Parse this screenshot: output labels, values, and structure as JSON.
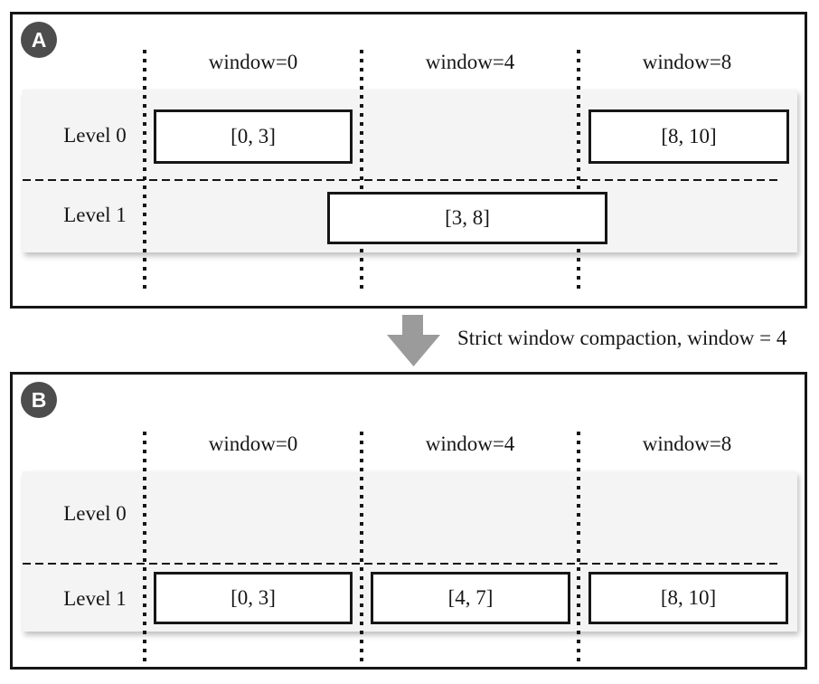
{
  "colors": {
    "badge_bg": "#4d4d4d",
    "badge_text": "#ffffff",
    "band_bg": "#f4f4f4",
    "line_black": "#161616",
    "arrow_gray": "#9b9b9b"
  },
  "transition": {
    "caption": "Strict window compaction, window = 4"
  },
  "panel_a": {
    "badge": "A",
    "column_labels": [
      "window=0",
      "window=4",
      "window=8"
    ],
    "row_labels": [
      "Level 0",
      "Level 1"
    ],
    "boxes": {
      "level0_window0": "[0, 3]",
      "level0_window8": "[8, 10]",
      "level1_span": "[3, 8]"
    }
  },
  "panel_b": {
    "badge": "B",
    "column_labels": [
      "window=0",
      "window=4",
      "window=8"
    ],
    "row_labels": [
      "Level 0",
      "Level 1"
    ],
    "boxes": {
      "level1_window0": "[0, 3]",
      "level1_window4": "[4, 7]",
      "level1_window8": "[8, 10]"
    }
  }
}
